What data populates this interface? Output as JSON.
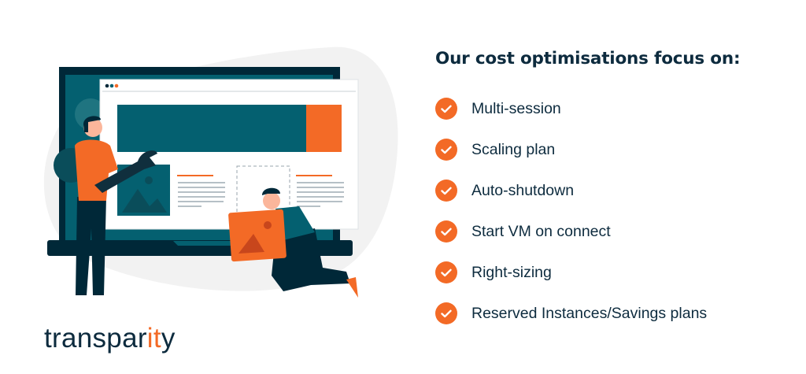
{
  "heading": "Our cost optimisations focus on:",
  "items": [
    {
      "label": "Multi-session",
      "icon": "check-circle-icon"
    },
    {
      "label": "Scaling plan",
      "icon": "check-circle-icon"
    },
    {
      "label": "Auto-shutdown",
      "icon": "check-circle-icon"
    },
    {
      "label": "Start VM on connect",
      "icon": "check-circle-icon"
    },
    {
      "label": "Right-sizing",
      "icon": "check-circle-icon"
    },
    {
      "label": "Reserved Instances/Savings plans",
      "icon": "check-circle-icon"
    }
  ],
  "logo": {
    "prefix": "transpar",
    "accent": "it",
    "suffix": "y"
  },
  "colors": {
    "accent": "#f36a26",
    "navy": "#0d2b3e",
    "teal": "#046070",
    "dark": "#002838",
    "skin": "#fbb69b",
    "blob": "#f2f2f2"
  }
}
